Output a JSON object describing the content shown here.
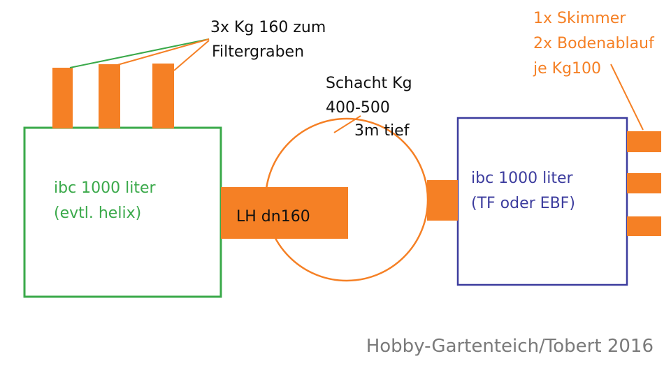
{
  "colors": {
    "orange": "#f58025",
    "green": "#3aa94a",
    "blue": "#3c3c9e",
    "black": "#111111",
    "watermark": "#7a7a7a"
  },
  "labels": {
    "pipes_top_line1": "3x Kg 160 zum",
    "pipes_top_line2": "Filtergraben",
    "shaft_line1": "Schacht Kg",
    "shaft_line2": "400-500",
    "shaft_line3": "3m tief",
    "inlets_line1": "1x Skimmer",
    "inlets_line2": "2x Bodenablauf",
    "inlets_line3": "je Kg100",
    "ibc_left_line1": "ibc 1000 liter",
    "ibc_left_line2": "(evtl. helix)",
    "ibc_right_line1": "ibc 1000 liter",
    "ibc_right_line2": "(TF oder EBF)",
    "airlift": "LH dn160",
    "watermark": "Hobby-Gartenteich/Tobert 2016"
  }
}
